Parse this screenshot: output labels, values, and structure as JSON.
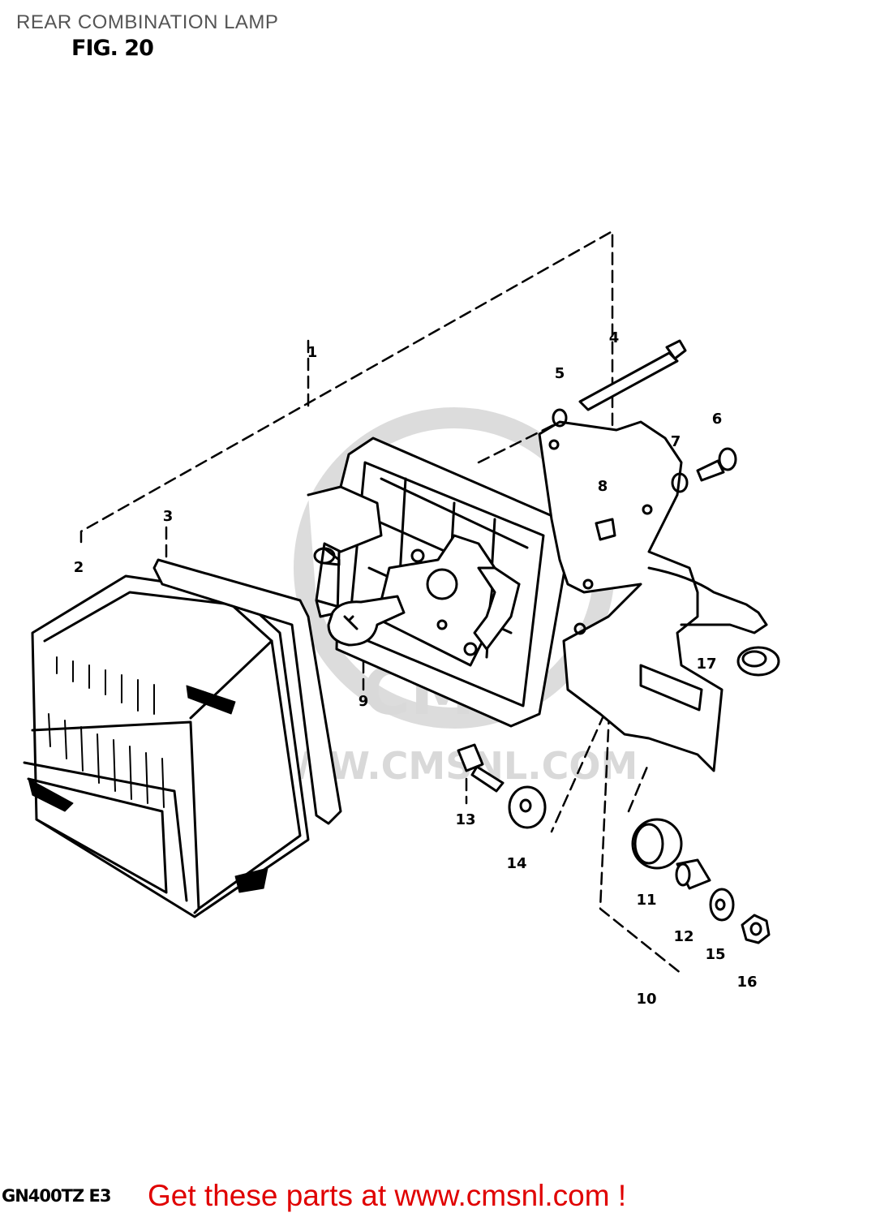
{
  "header": {
    "title": "REAR COMBINATION LAMP",
    "figure": "FIG. 20"
  },
  "footer": {
    "model": "GN400TZ E3",
    "promo": "Get these parts at www.cmsnl.com !"
  },
  "watermark": {
    "logo_text": "CMS",
    "url_text": "WWW.CMSNL.COM"
  },
  "callouts": [
    "1",
    "2",
    "3",
    "4",
    "5",
    "6",
    "7",
    "8",
    "9",
    "10",
    "11",
    "12",
    "13",
    "14",
    "15",
    "16",
    "17"
  ],
  "colors": {
    "promo_text": "#e00000",
    "title_text": "#555555",
    "line_art": "#000000",
    "watermark": "#d9d9d9"
  }
}
